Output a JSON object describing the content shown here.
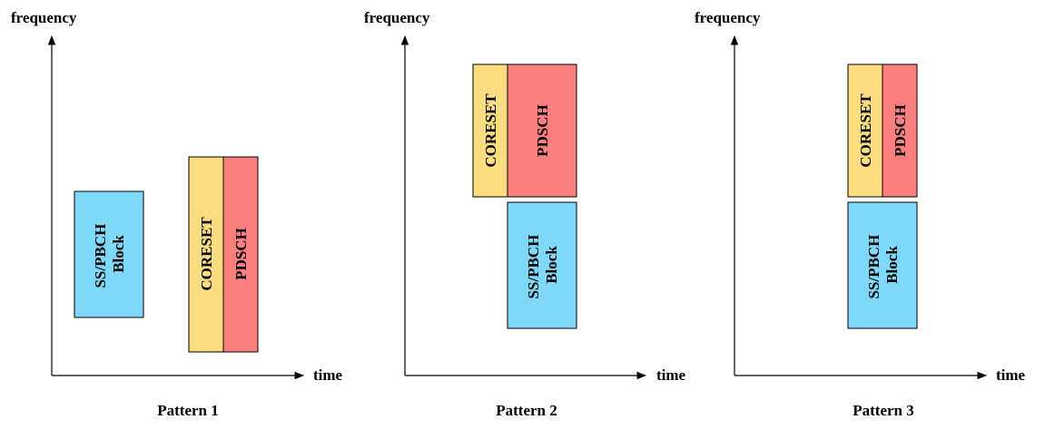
{
  "colors": {
    "ss_pbch": "#7fd8f8",
    "coreset": "#fcdc80",
    "pdsch": "#fc7f7f",
    "axis": "#000000",
    "background": "#ffffff"
  },
  "patterns": [
    {
      "caption": "Pattern 1",
      "y_axis_label": "frequency",
      "x_axis_label": "time",
      "blocks": {
        "ss_pbch": {
          "line1": "SS/PBCH",
          "line2": "Block"
        },
        "coreset": "CORESET",
        "pdsch": "PDSCH"
      }
    },
    {
      "caption": "Pattern 2",
      "y_axis_label": "frequency",
      "x_axis_label": "time",
      "blocks": {
        "ss_pbch": {
          "line1": "SS/PBCH",
          "line2": "Block"
        },
        "coreset": "CORESET",
        "pdsch": "PDSCH"
      }
    },
    {
      "caption": "Pattern 3",
      "y_axis_label": "frequency",
      "x_axis_label": "time",
      "blocks": {
        "ss_pbch": {
          "line1": "SS/PBCH",
          "line2": "Block"
        },
        "coreset": "CORESET",
        "pdsch": "PDSCH"
      }
    }
  ]
}
